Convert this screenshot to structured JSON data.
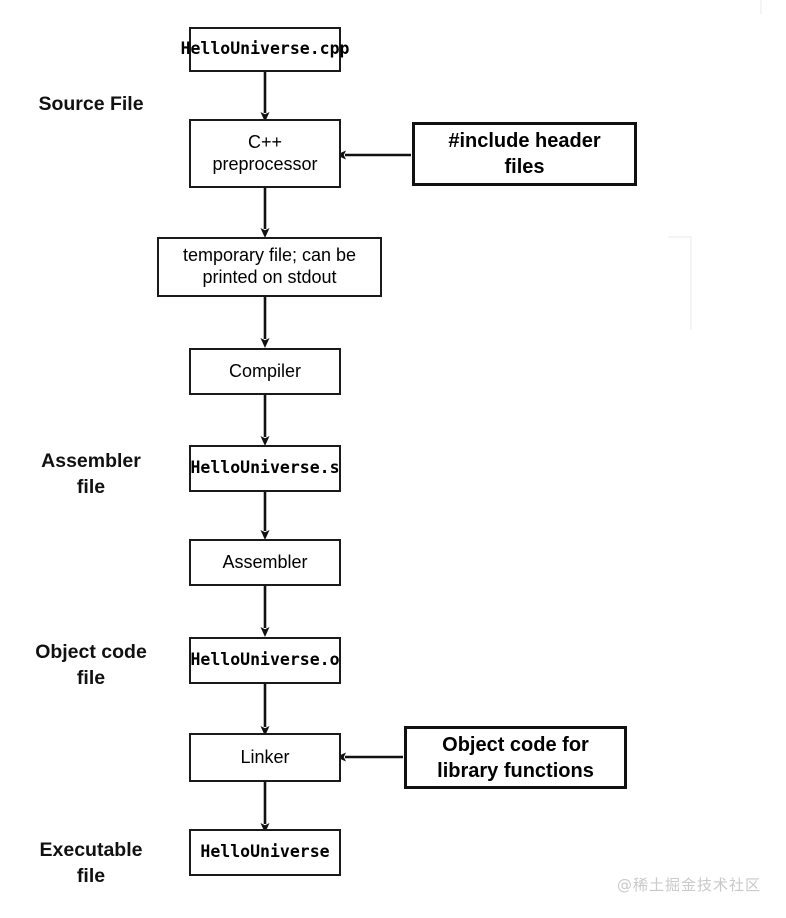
{
  "diagram": {
    "title": "C++ compilation pipeline",
    "background_color": "#ffffff",
    "stroke_color": "#1a1a1a",
    "watermark": "@稀土掘金技术社区"
  },
  "side_labels": [
    {
      "id": "source-file",
      "text": "Source File"
    },
    {
      "id": "assembler-file",
      "line1": "Assembler",
      "line2": "file"
    },
    {
      "id": "object-code-file",
      "line1": "Object code",
      "line2": "file"
    },
    {
      "id": "executable-file",
      "line1": "Executable",
      "line2": "file"
    }
  ],
  "nodes": {
    "source": {
      "label": "HelloUniverse.cpp",
      "style": "mono"
    },
    "preprocessor": {
      "line1": "C++",
      "line2": "preprocessor",
      "style": "plain"
    },
    "temp_file": {
      "line1": "temporary file; can be",
      "line2": "printed on stdout",
      "style": "plain"
    },
    "compiler": {
      "label": "Compiler",
      "style": "plain"
    },
    "asm_file": {
      "label": "HelloUniverse.s",
      "style": "mono"
    },
    "assembler": {
      "label": "Assembler",
      "style": "plain"
    },
    "obj_file": {
      "label": "HelloUniverse.o",
      "style": "mono"
    },
    "linker": {
      "label": "Linker",
      "style": "plain"
    },
    "executable": {
      "label": "HelloUniverse",
      "style": "mono"
    },
    "include_headers": {
      "line1": "#include header",
      "line2": "files",
      "style": "strongbox"
    },
    "library_objects": {
      "line1": "Object code for",
      "line2": "library functions",
      "style": "strongbox"
    }
  },
  "edges": [
    {
      "id": "source-to-preprocessor",
      "direction": "down"
    },
    {
      "id": "preprocessor-to-temp-file",
      "direction": "down"
    },
    {
      "id": "temp-file-to-compiler",
      "direction": "down"
    },
    {
      "id": "compiler-to-asm-file",
      "direction": "down"
    },
    {
      "id": "asm-file-to-assembler",
      "direction": "down"
    },
    {
      "id": "assembler-to-obj-file",
      "direction": "down"
    },
    {
      "id": "obj-file-to-linker",
      "direction": "down"
    },
    {
      "id": "linker-to-executable",
      "direction": "down"
    },
    {
      "id": "include-headers-to-preprocessor",
      "direction": "left"
    },
    {
      "id": "library-objects-to-linker",
      "direction": "left"
    }
  ]
}
